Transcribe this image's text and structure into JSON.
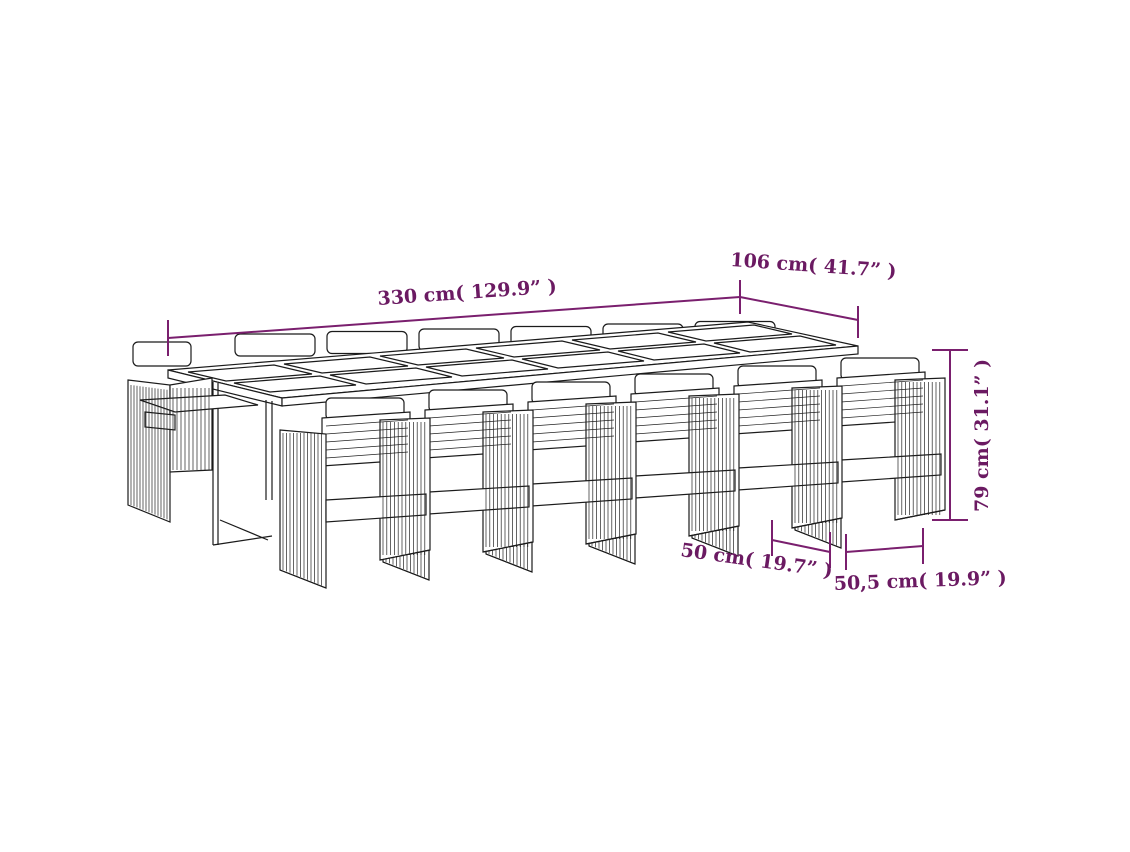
{
  "dimensions": {
    "length": "330 cm( 129.9”  )",
    "depth": "106 cm( 41.7”  )",
    "height": "79 cm( 31.1” )",
    "seat_depth": "50 cm( 19.7” )",
    "seat_width": "50,5 cm( 19.9” )"
  },
  "colors": {
    "dimension_lines": "#7a1f6e",
    "dimension_text": "#6b1a62",
    "line_art": "#1b1b1b"
  },
  "product": {
    "front_chairs": 6,
    "back_chairs": 6,
    "end_chairs": 1
  }
}
